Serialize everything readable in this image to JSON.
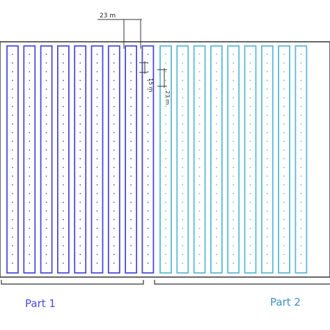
{
  "diagram": {
    "dimension_top": "23 m",
    "dimension_mid": "15 m",
    "dimension_right": "23 m",
    "part1_label": "Part 1",
    "part2_label": "Part 2",
    "part1_color": "#4a4adb",
    "part2_color": "#5bb8d8",
    "outline_color": "#333333",
    "part1_loop_count": 9,
    "part2_loop_count": 9
  }
}
